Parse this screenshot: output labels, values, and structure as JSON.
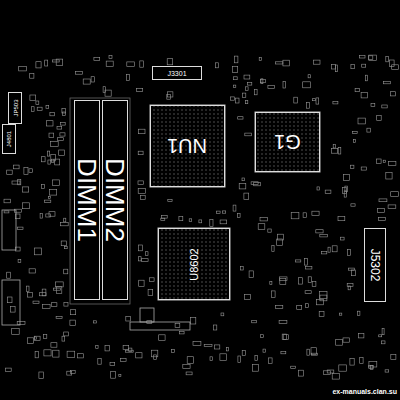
{
  "diagram": {
    "nodes": [
      {
        "text": [
          "DIMM1"
        ]
      },
      {
        "text": [
          "DIMM2"
        ]
      },
      {
        "text": [
          "NU1"
        ]
      },
      {
        "text": [
          "G1"
        ]
      },
      {
        "text": [
          "U8602"
        ]
      },
      {
        "text": [
          "J5302"
        ]
      },
      {
        "text": [
          "J3301"
        ]
      },
      {
        "text": [
          "JP503"
        ]
      },
      {
        "text": [
          "J4801"
        ]
      }
    ],
    "labels": [
      "ex-manuals.clan.su"
    ]
  }
}
